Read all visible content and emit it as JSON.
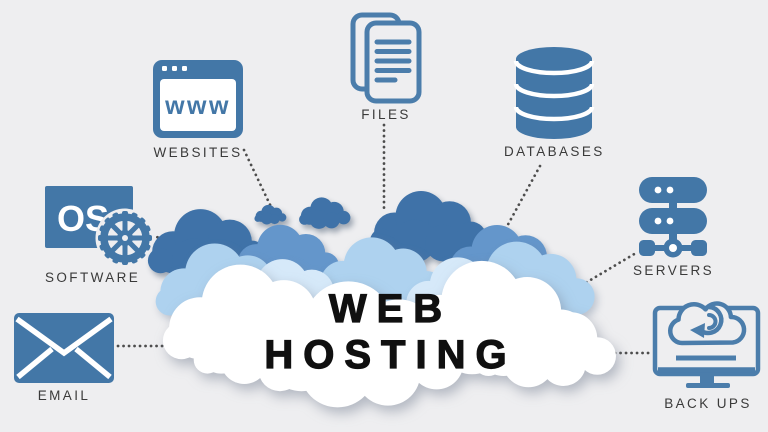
{
  "title": {
    "line1": "WEB",
    "line2": "HOSTING"
  },
  "nodes": [
    {
      "label": "WEBSITES",
      "icon": "browser-www-icon"
    },
    {
      "label": "FILES",
      "icon": "documents-icon"
    },
    {
      "label": "DATABASES",
      "icon": "database-cylinder-icon"
    },
    {
      "label": "SERVERS",
      "icon": "server-stack-icon"
    },
    {
      "label": "BACK UPS",
      "icon": "cloud-sync-monitor-icon"
    },
    {
      "label": "EMAIL",
      "icon": "envelope-icon"
    },
    {
      "label": "SOFTWARE",
      "icon": "os-gear-icon"
    }
  ],
  "icon_texts": {
    "websites_browser": "www",
    "software_os": "OS"
  },
  "colors": {
    "background": "#eeeef0",
    "icon_blue": "#4377a7",
    "cloud_dark": "#3f72a8",
    "cloud_medium": "#6496cb",
    "cloud_light": "#aed2ef",
    "cloud_pale": "#d6e9f9",
    "cloud_white": "#ffffff",
    "title_text": "#101010",
    "label_text": "#3a3a3a",
    "connector_dots": "#4d4d4d"
  }
}
